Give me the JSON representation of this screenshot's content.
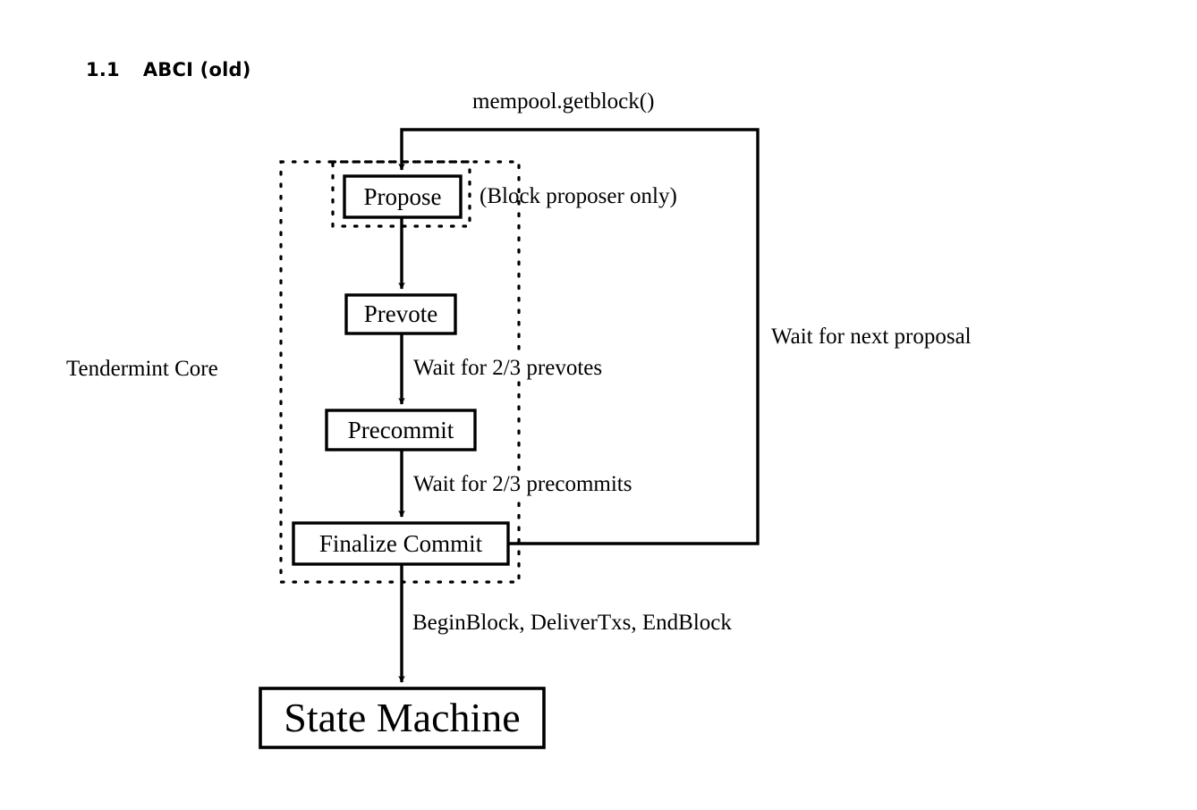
{
  "heading": {
    "number": "1.1",
    "title": "ABCI (old)"
  },
  "diagram": {
    "title": "ABCI (old) consensus flow",
    "group_label": "Tendermint Core",
    "nodes": [
      {
        "id": "propose",
        "label": "Propose",
        "note": "(Block proposer only)"
      },
      {
        "id": "prevote",
        "label": "Prevote"
      },
      {
        "id": "precommit",
        "label": "Precommit"
      },
      {
        "id": "finalize",
        "label": "Finalize Commit"
      },
      {
        "id": "state",
        "label": "State Machine"
      }
    ],
    "edges": [
      {
        "id": "mempool",
        "label": "mempool.getblock()",
        "from": "loop",
        "to": "propose"
      },
      {
        "id": "prevotes",
        "label": "Wait for 2/3 prevotes",
        "from": "prevote",
        "to": "precommit"
      },
      {
        "id": "precommits",
        "label": "Wait for 2/3 precommits",
        "from": "precommit",
        "to": "finalize"
      },
      {
        "id": "waitnext",
        "label": "Wait for next proposal",
        "from": "finalize",
        "to": "propose"
      },
      {
        "id": "abci-calls",
        "label": "BeginBlock, DeliverTxs, EndBlock",
        "from": "finalize",
        "to": "state"
      }
    ],
    "colors": {
      "stroke": "#000000",
      "background": "#ffffff"
    }
  }
}
